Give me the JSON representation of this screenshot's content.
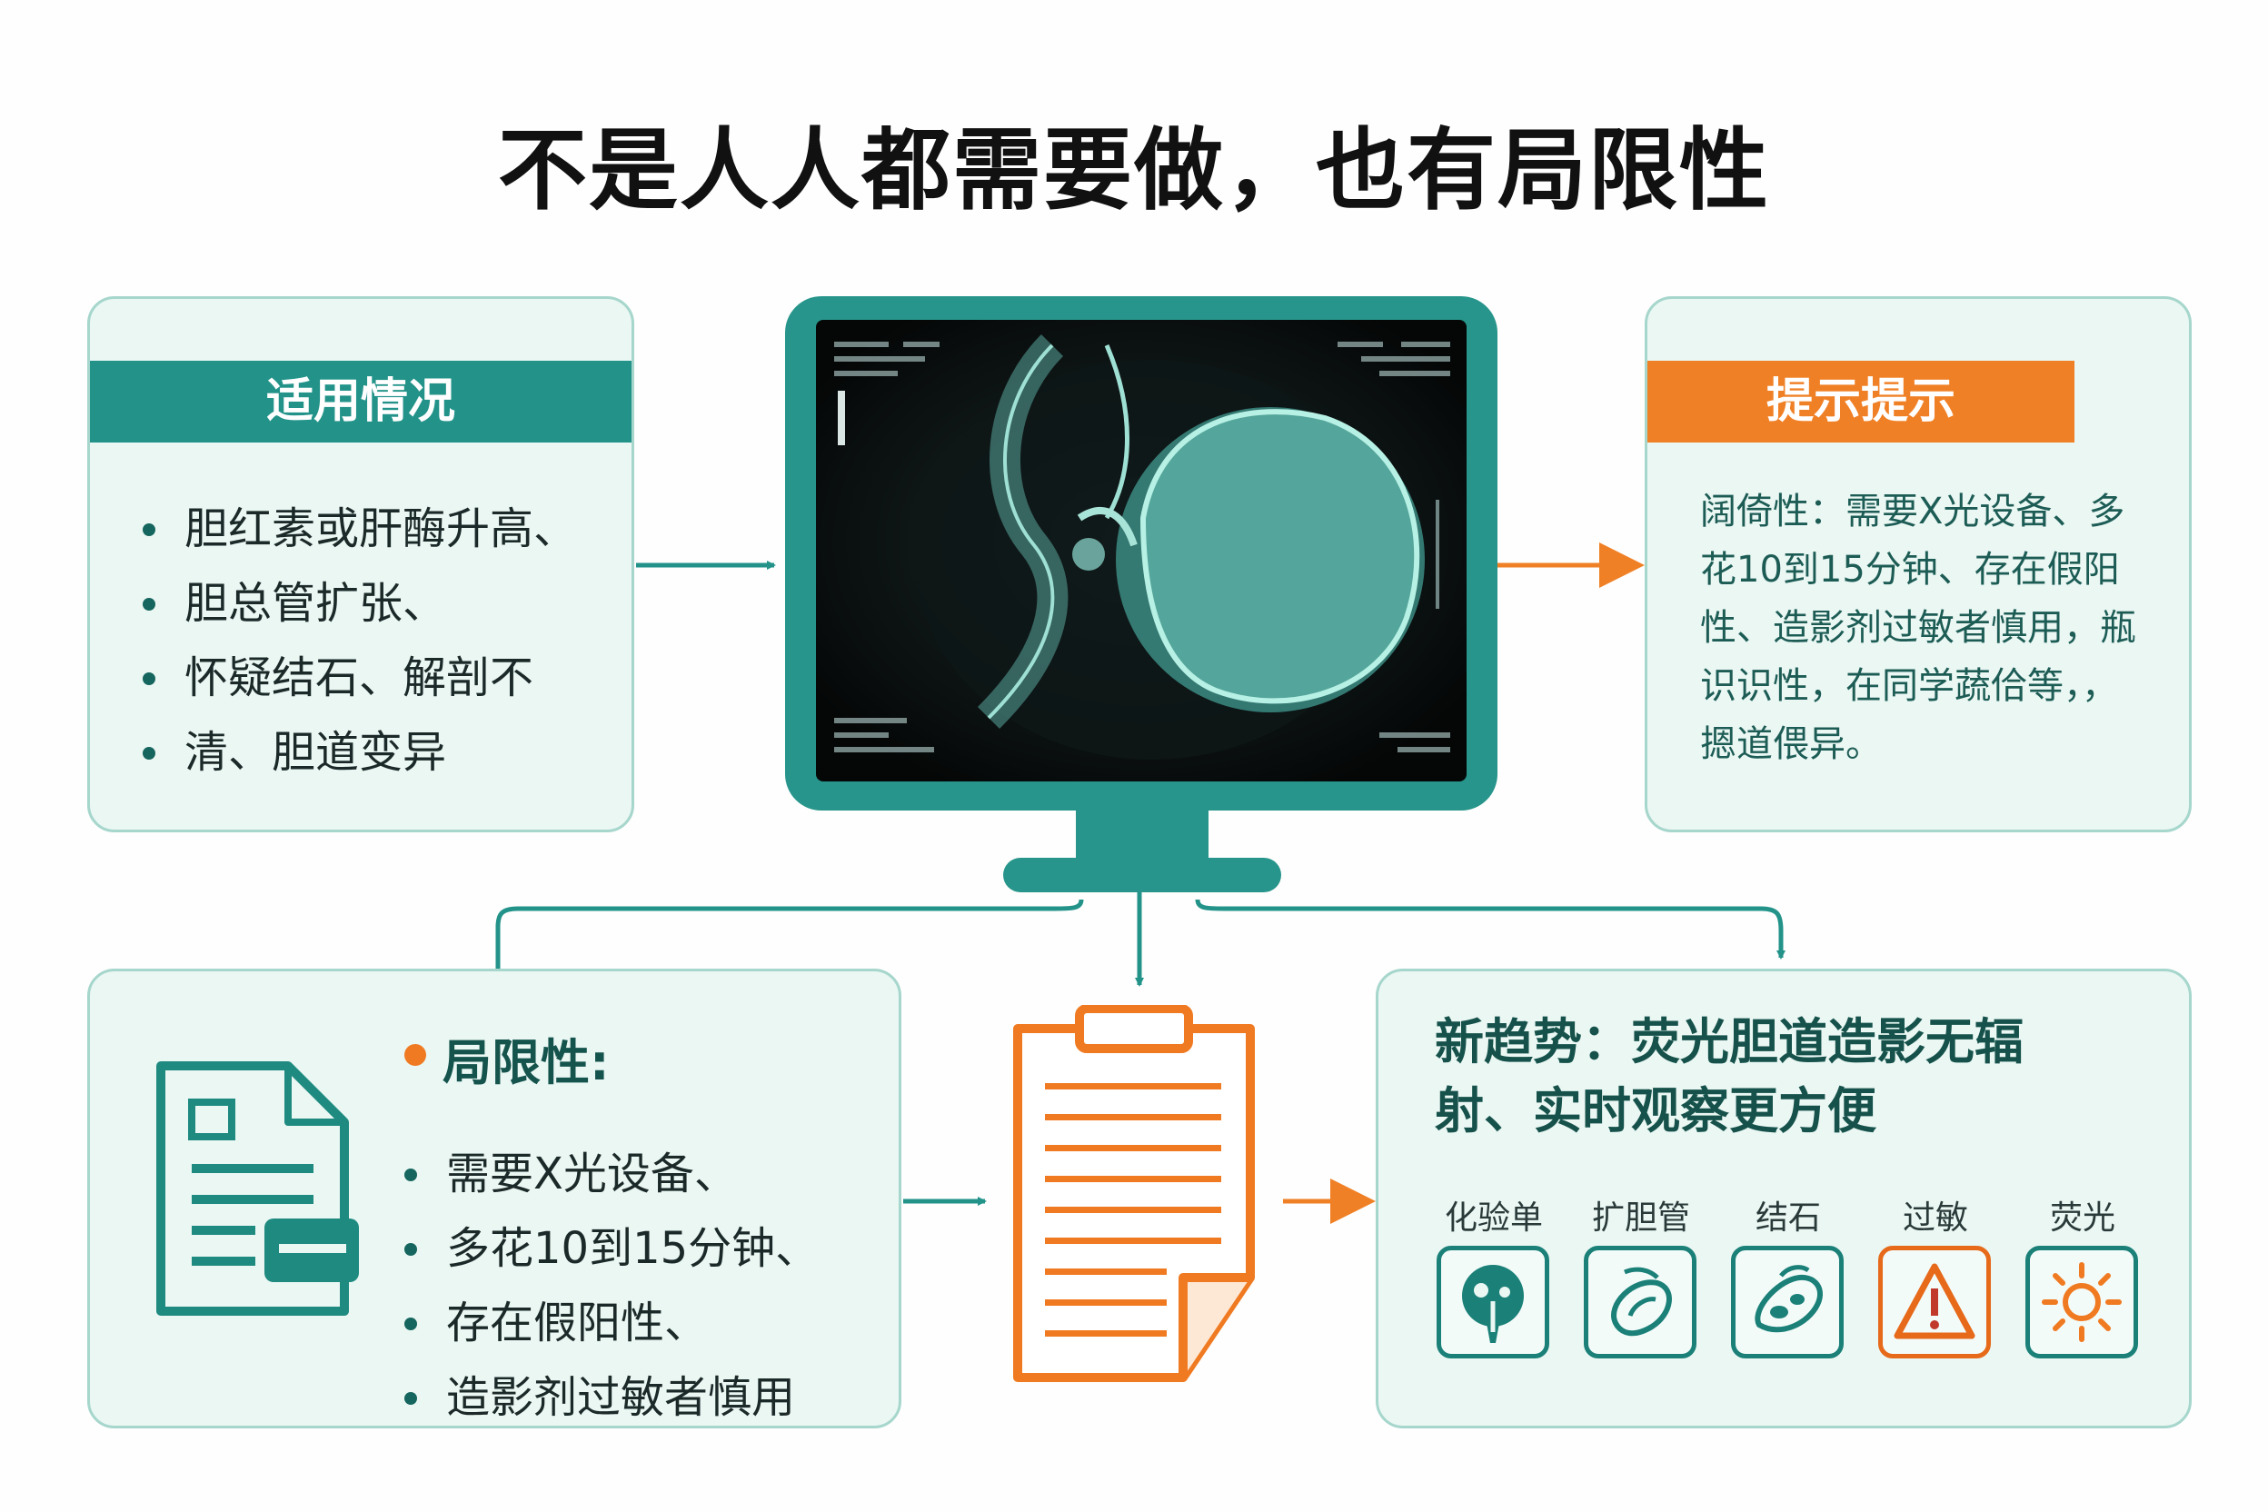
{
  "title": "不是人人都需要做，也有局限性",
  "applicable": {
    "header": "适用情况",
    "items": [
      "胆红素或肝酶升高、",
      "胆总管扩张、",
      "怀疑结石、解剖不",
      "清、胆道变异"
    ]
  },
  "tips": {
    "header": "提示提示",
    "lines": [
      "阔倚性：需要X光设备、多",
      "花10到15分钟、存在假阳",
      "性、造影剂过敏者慎用，瓶",
      "识识性，在同学蔬佮等，，",
      "摁道偎异。"
    ]
  },
  "limits": {
    "title": "局限性:",
    "items": [
      "需要X光设备、",
      "多花10到15分钟、",
      "存在假阳性、",
      "造影剂过敏者慎用"
    ]
  },
  "trend": {
    "title_line1": "新趋势：荧光胆道造影无辐",
    "title_line2": "射、实时观察更方便",
    "icons": [
      {
        "label": "化验单",
        "icon": "lab-flask-icon"
      },
      {
        "label": "扩胆管",
        "icon": "bile-duct-icon"
      },
      {
        "label": "结石",
        "icon": "stone-icon"
      },
      {
        "label": "过敏",
        "icon": "warning-icon"
      },
      {
        "label": "荧光",
        "icon": "sun-icon"
      }
    ]
  },
  "colors": {
    "teal": "#23938a",
    "orange": "#f08026",
    "panel_bg": "#eaf7f3"
  }
}
